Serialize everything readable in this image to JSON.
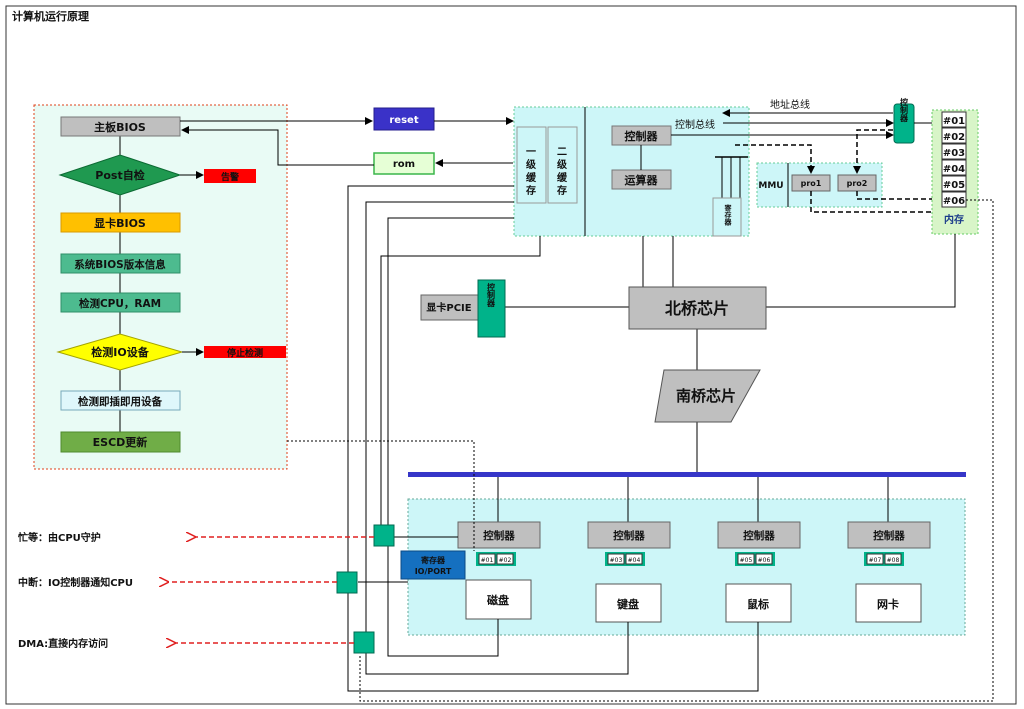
{
  "title": "计算机运行原理",
  "colors": {
    "panel": "#e9fbf5",
    "cpu": "#cdf6f8",
    "grey": "#bfbfbf",
    "green": "#00b38a",
    "red": "#ff0000",
    "yellow": "#ffc000",
    "blue": "#3a32c8",
    "busBlue": "#3636c8",
    "ioBlue": "#1570c0"
  },
  "flow": {
    "bios": "主板BIOS",
    "post": "Post自检",
    "alarm": "告警",
    "vga_bios": "显卡BIOS",
    "sys_bios": "系统BIOS版本信息",
    "check_cpu": "检测CPU，RAM",
    "check_io": "检测IO设备",
    "stop_check": "停止检测",
    "pnp": "检测即插即用设备",
    "escd": "ESCD更新"
  },
  "boot": {
    "reset": "reset",
    "rom": "rom"
  },
  "cpu": {
    "l1_chars": [
      "一",
      "级",
      "缓",
      "存"
    ],
    "l2_chars": [
      "二",
      "级",
      "缓",
      "存"
    ],
    "controller": "控制器",
    "alu": "运算器",
    "control_bus": "控制总线",
    "address_bus": "地址总线",
    "register": "寄存器"
  },
  "mmu": {
    "label": "MMU",
    "pro1": "pro1",
    "pro2": "pro2"
  },
  "memory": {
    "controller": "控制器",
    "slots": [
      "#01",
      "#02",
      "#03",
      "#04",
      "#05",
      "#06"
    ],
    "label": "内存"
  },
  "chipset": {
    "north": "北桥芯片",
    "south": "南桥芯片",
    "gpu": "显卡PCIE",
    "gpu_ctrl": "控制器"
  },
  "io": {
    "devices": [
      {
        "controller": "控制器",
        "ports": [
          "#01",
          "#02"
        ],
        "name": "磁盘"
      },
      {
        "controller": "控制器",
        "ports": [
          "#03",
          "#04"
        ],
        "name": "键盘"
      },
      {
        "controller": "控制器",
        "ports": [
          "#05",
          "#06"
        ],
        "name": "鼠标"
      },
      {
        "controller": "控制器",
        "ports": [
          "#07",
          "#08"
        ],
        "name": "网卡"
      }
    ],
    "io_port_l1": "寄存器",
    "io_port_l2": "IO/PORT"
  },
  "modes": {
    "busy": "忙等：由CPU守护",
    "interrupt": "中断：IO控制器通知CPU",
    "dma": "DMA:直接内存访问"
  }
}
